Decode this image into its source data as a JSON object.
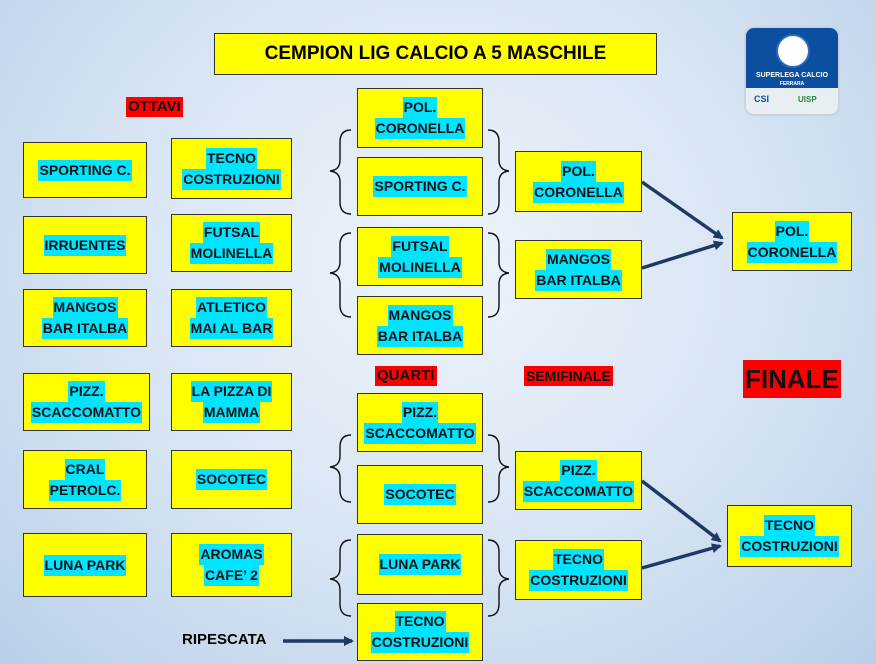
{
  "title": "CEMPION LIG CALCIO A 5 MASCHILE",
  "labels": {
    "ottavi": "OTTAVI",
    "quarti": "QUARTI",
    "semifinale": "SEMIFINALE",
    "finale": "FINALE",
    "ripescata": "RIPESCATA"
  },
  "logo": {
    "line1": "SUPERLEGA CALCIO",
    "line2": "FERRARA",
    "csi": "CSI",
    "uisp": "UISP"
  },
  "ottavi": [
    {
      "home": [
        "SPORTING C."
      ],
      "away": [
        "TECNO",
        "COSTRUZIONI"
      ]
    },
    {
      "home": [
        "IRRUENTES"
      ],
      "away": [
        "FUTSAL",
        "MOLINELLA"
      ]
    },
    {
      "home": [
        "MANGOS",
        "BAR ITALBA"
      ],
      "away": [
        "ATLETICO",
        "MAI AL BAR"
      ]
    },
    {
      "home": [
        "PIZZ.",
        "SCACCOMATTO"
      ],
      "away": [
        "LA PIZZA DI",
        "MAMMA"
      ]
    },
    {
      "home": [
        "CRAL",
        "PETROLC."
      ],
      "away": [
        "SOCOTEC"
      ]
    },
    {
      "home": [
        "LUNA PARK"
      ],
      "away": [
        "AROMAS",
        "CAFE’ 2"
      ]
    }
  ],
  "quarti": [
    [
      "POL.",
      "CORONELLA"
    ],
    [
      "SPORTING C."
    ],
    [
      "FUTSAL",
      "MOLINELLA"
    ],
    [
      "MANGOS",
      "BAR ITALBA"
    ],
    [
      "PIZZ.",
      "SCACCOMATTO"
    ],
    [
      "SOCOTEC"
    ],
    [
      "LUNA PARK"
    ],
    [
      "TECNO",
      "COSTRUZIONI"
    ]
  ],
  "semifinale": [
    [
      "POL.",
      "CORONELLA"
    ],
    [
      "MANGOS",
      "BAR ITALBA"
    ],
    [
      "PIZZ.",
      "SCACCOMATTO"
    ],
    [
      "TECNO",
      "COSTRUZIONI"
    ]
  ],
  "finale": [
    [
      "POL.",
      "CORONELLA"
    ],
    [
      "TECNO",
      "COSTRUZIONI"
    ]
  ],
  "colors": {
    "box": "#ffff00",
    "highlight": "#00e5ff",
    "tag": "#ff0000",
    "arrow": "#1f3864"
  }
}
